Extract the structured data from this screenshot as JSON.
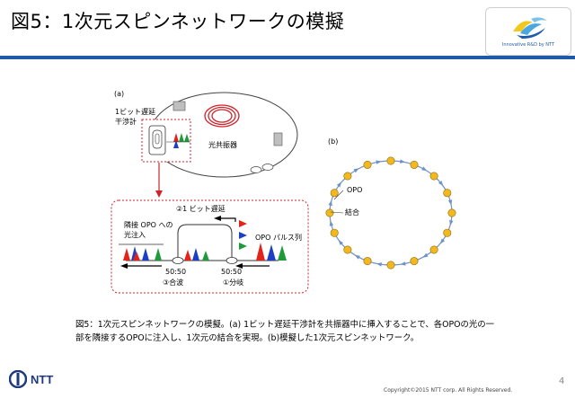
{
  "slide": {
    "title": "図5：1次元スピンネットワークの模擬",
    "logo_tagline": "Innovative R&D by NTT",
    "page_number": "4",
    "copyright": "Copyright©2015  NTT corp. All Rights Reserved.",
    "footer_brand": "NTT"
  },
  "diagram_a": {
    "panel_label": "(a)",
    "interferometer_label_line1": "1ビット遅延",
    "interferometer_label_line2": "干渉計",
    "resonator_label": "光共振器",
    "delay_label": "②1 ビット遅延",
    "adjacent_injection_line1": "隣接 OPO への",
    "adjacent_injection_line2": "光注入",
    "pulse_train_label": "OPO パルス列",
    "splitter_left_ratio": "50:50",
    "splitter_right_ratio": "50:50",
    "combine_label": "③合波",
    "branch_label": "①分岐"
  },
  "diagram_b": {
    "panel_label": "(b)",
    "opo_label": "OPO",
    "coupling_label": "結合"
  },
  "caption": {
    "line1": "図5：1次元スピンネットワークの模擬。(a) 1ビット遅延干渉計を共振器中に挿入することで、各OPOの光の一",
    "line2": "部を隣接するOPOに注入し、1次元の結合を実現。(b)模擬した1次元スピンネットワーク。"
  },
  "colors": {
    "brand_blue": "#1f5aa6",
    "dashed_red": "#d0232a",
    "node_fill": "#f3b81e",
    "ring_arrow": "#6f93c4",
    "pulse_red": "#e2231a",
    "pulse_blue": "#1c3fc4",
    "pulse_green": "#1f9a3a"
  }
}
